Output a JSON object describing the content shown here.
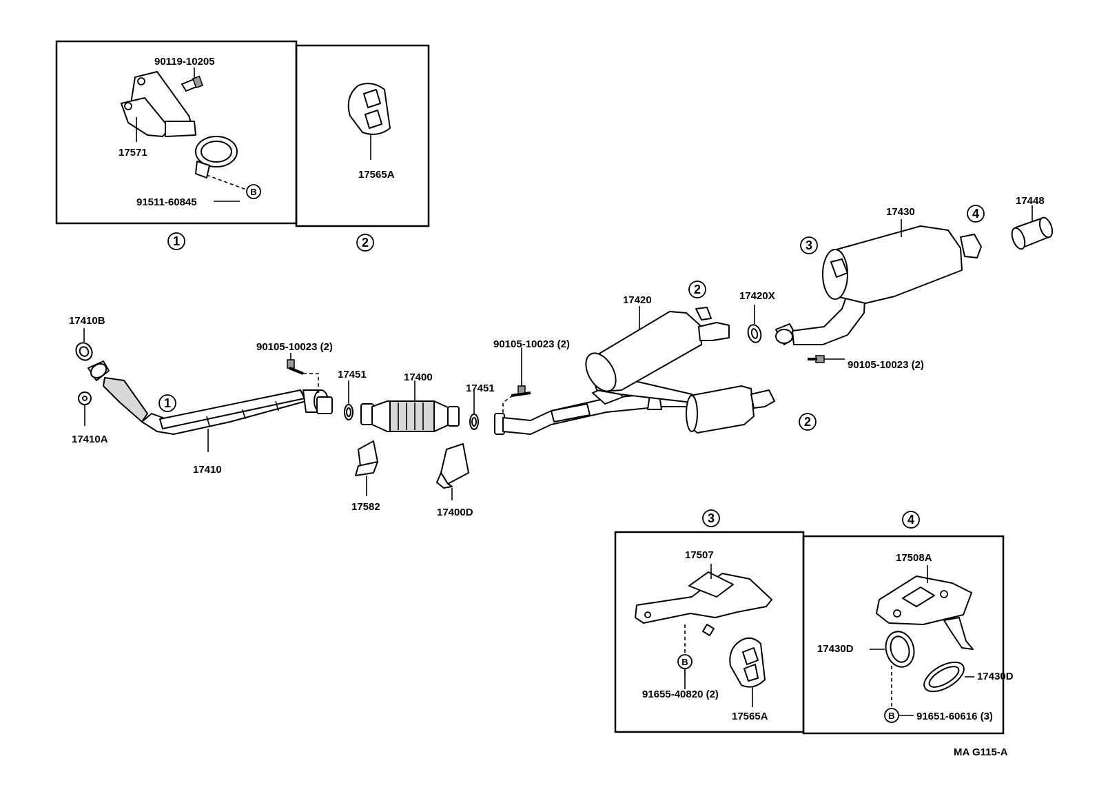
{
  "diagram": {
    "code": "MA G115-A",
    "refs": {
      "r1": "1",
      "r2": "2",
      "r3": "3",
      "r4": "4",
      "b": "B"
    },
    "labels": {
      "p90119_10205": "90119-10205",
      "p17571": "17571",
      "p91511_60845": "91511-60845",
      "p17565A_top": "17565A",
      "p17448": "17448",
      "p17430": "17430",
      "p17420": "17420",
      "p17420X": "17420X",
      "p90105_mid3": "90105-10023 (2)",
      "p17410B": "17410B",
      "p17410A": "17410A",
      "p90105_left": "90105-10023 (2)",
      "p17451_a": "17451",
      "p17400": "17400",
      "p17451_b": "17451",
      "p90105_right": "90105-10023 (2)",
      "p17410": "17410",
      "p17582": "17582",
      "p17400D": "17400D",
      "p17507": "17507",
      "p91655_40820": "91655-40820 (2)",
      "p17565A_bot": "17565A",
      "p17508A": "17508A",
      "p17430D_a": "17430D",
      "p17430D_b": "17430D",
      "p91651_60616": "91651-60616 (3)"
    }
  }
}
